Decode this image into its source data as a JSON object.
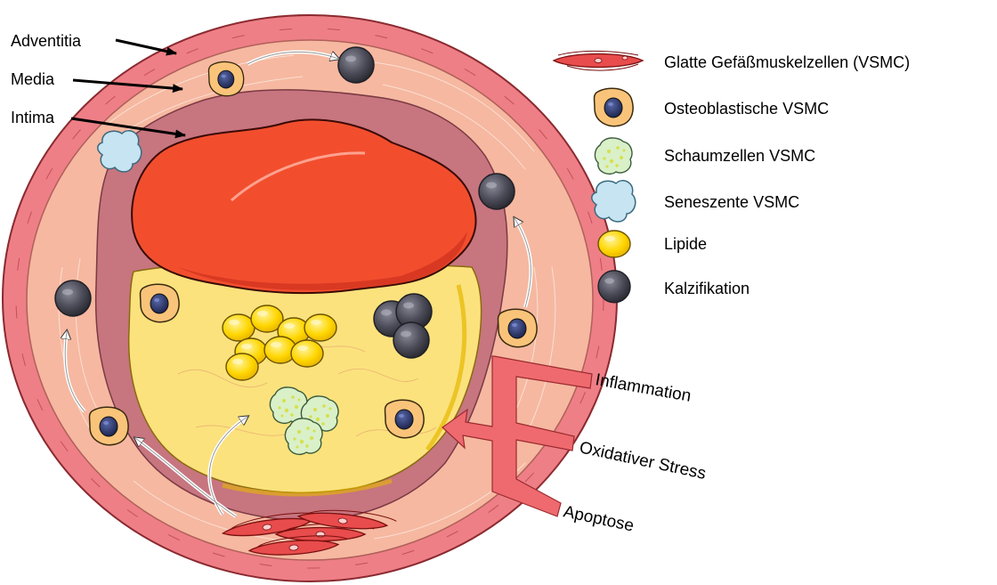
{
  "layers": {
    "adventitia": "Adventitia",
    "media": "Media",
    "intima": "Intima"
  },
  "legend": [
    {
      "icon": "smooth-muscle-cells-icon",
      "label": "Glatte Gefäßmuskelzellen (VSMC)"
    },
    {
      "icon": "osteoblastic-cell-icon",
      "label": "Osteoblastische VSMC"
    },
    {
      "icon": "foam-cell-icon",
      "label": "Schaumzellen VSMC"
    },
    {
      "icon": "senescent-cell-icon",
      "label": "Seneszente VSMC"
    },
    {
      "icon": "lipid-droplet-icon",
      "label": "Lipide"
    },
    {
      "icon": "calcification-icon",
      "label": "Kalzifikation"
    }
  ],
  "stimuli": [
    "Inflammation",
    "Oxidativer Stress",
    "Apoptose"
  ],
  "colors": {
    "adventitia": "#ee7f86",
    "media": "#f6b8a0",
    "intima": "#c7757f",
    "lumen": "#f24e2e",
    "lipid_core": "#fbe27d",
    "lipid": "#ffd600",
    "calcification": "#4a4a55",
    "stimulus_arrow": "#ef6a6e"
  }
}
